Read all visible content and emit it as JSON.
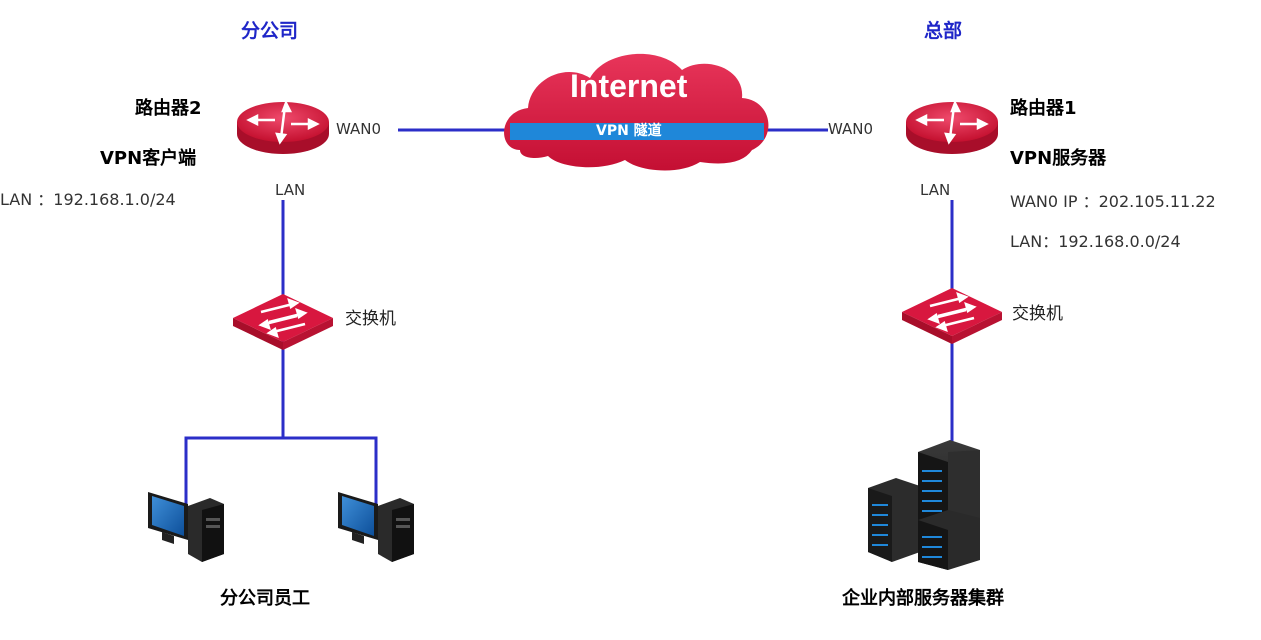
{
  "branch": {
    "title": "分公司",
    "router": {
      "name": "路由器2",
      "role": "VPN客户端",
      "lan": "LAN ：192.168.1.0/24",
      "wan_port": "WAN0",
      "lan_port": "LAN"
    },
    "switch_label": "交换机",
    "clients_label": "分公司员工"
  },
  "hq": {
    "title": "总部",
    "router": {
      "name": "路由器1",
      "role": "VPN服务器",
      "wan_ip": "WAN0 IP ：202.105.11.22",
      "lan": "LAN：192.168.0.0/24",
      "wan_port": "WAN0",
      "lan_port": "LAN"
    },
    "switch_label": "交换机",
    "servers_label": "企业内部服务器集群"
  },
  "internet": {
    "title": "Internet",
    "tunnel_label": "VPN 隧道"
  },
  "colors": {
    "link": "#2b2ec8",
    "device": "#d8173f",
    "tunnel": "#1f87d9",
    "site_title": "#1f26c8"
  },
  "icons": [
    "router-icon",
    "switch-icon",
    "pc-icon",
    "server-icon",
    "cloud-icon"
  ]
}
